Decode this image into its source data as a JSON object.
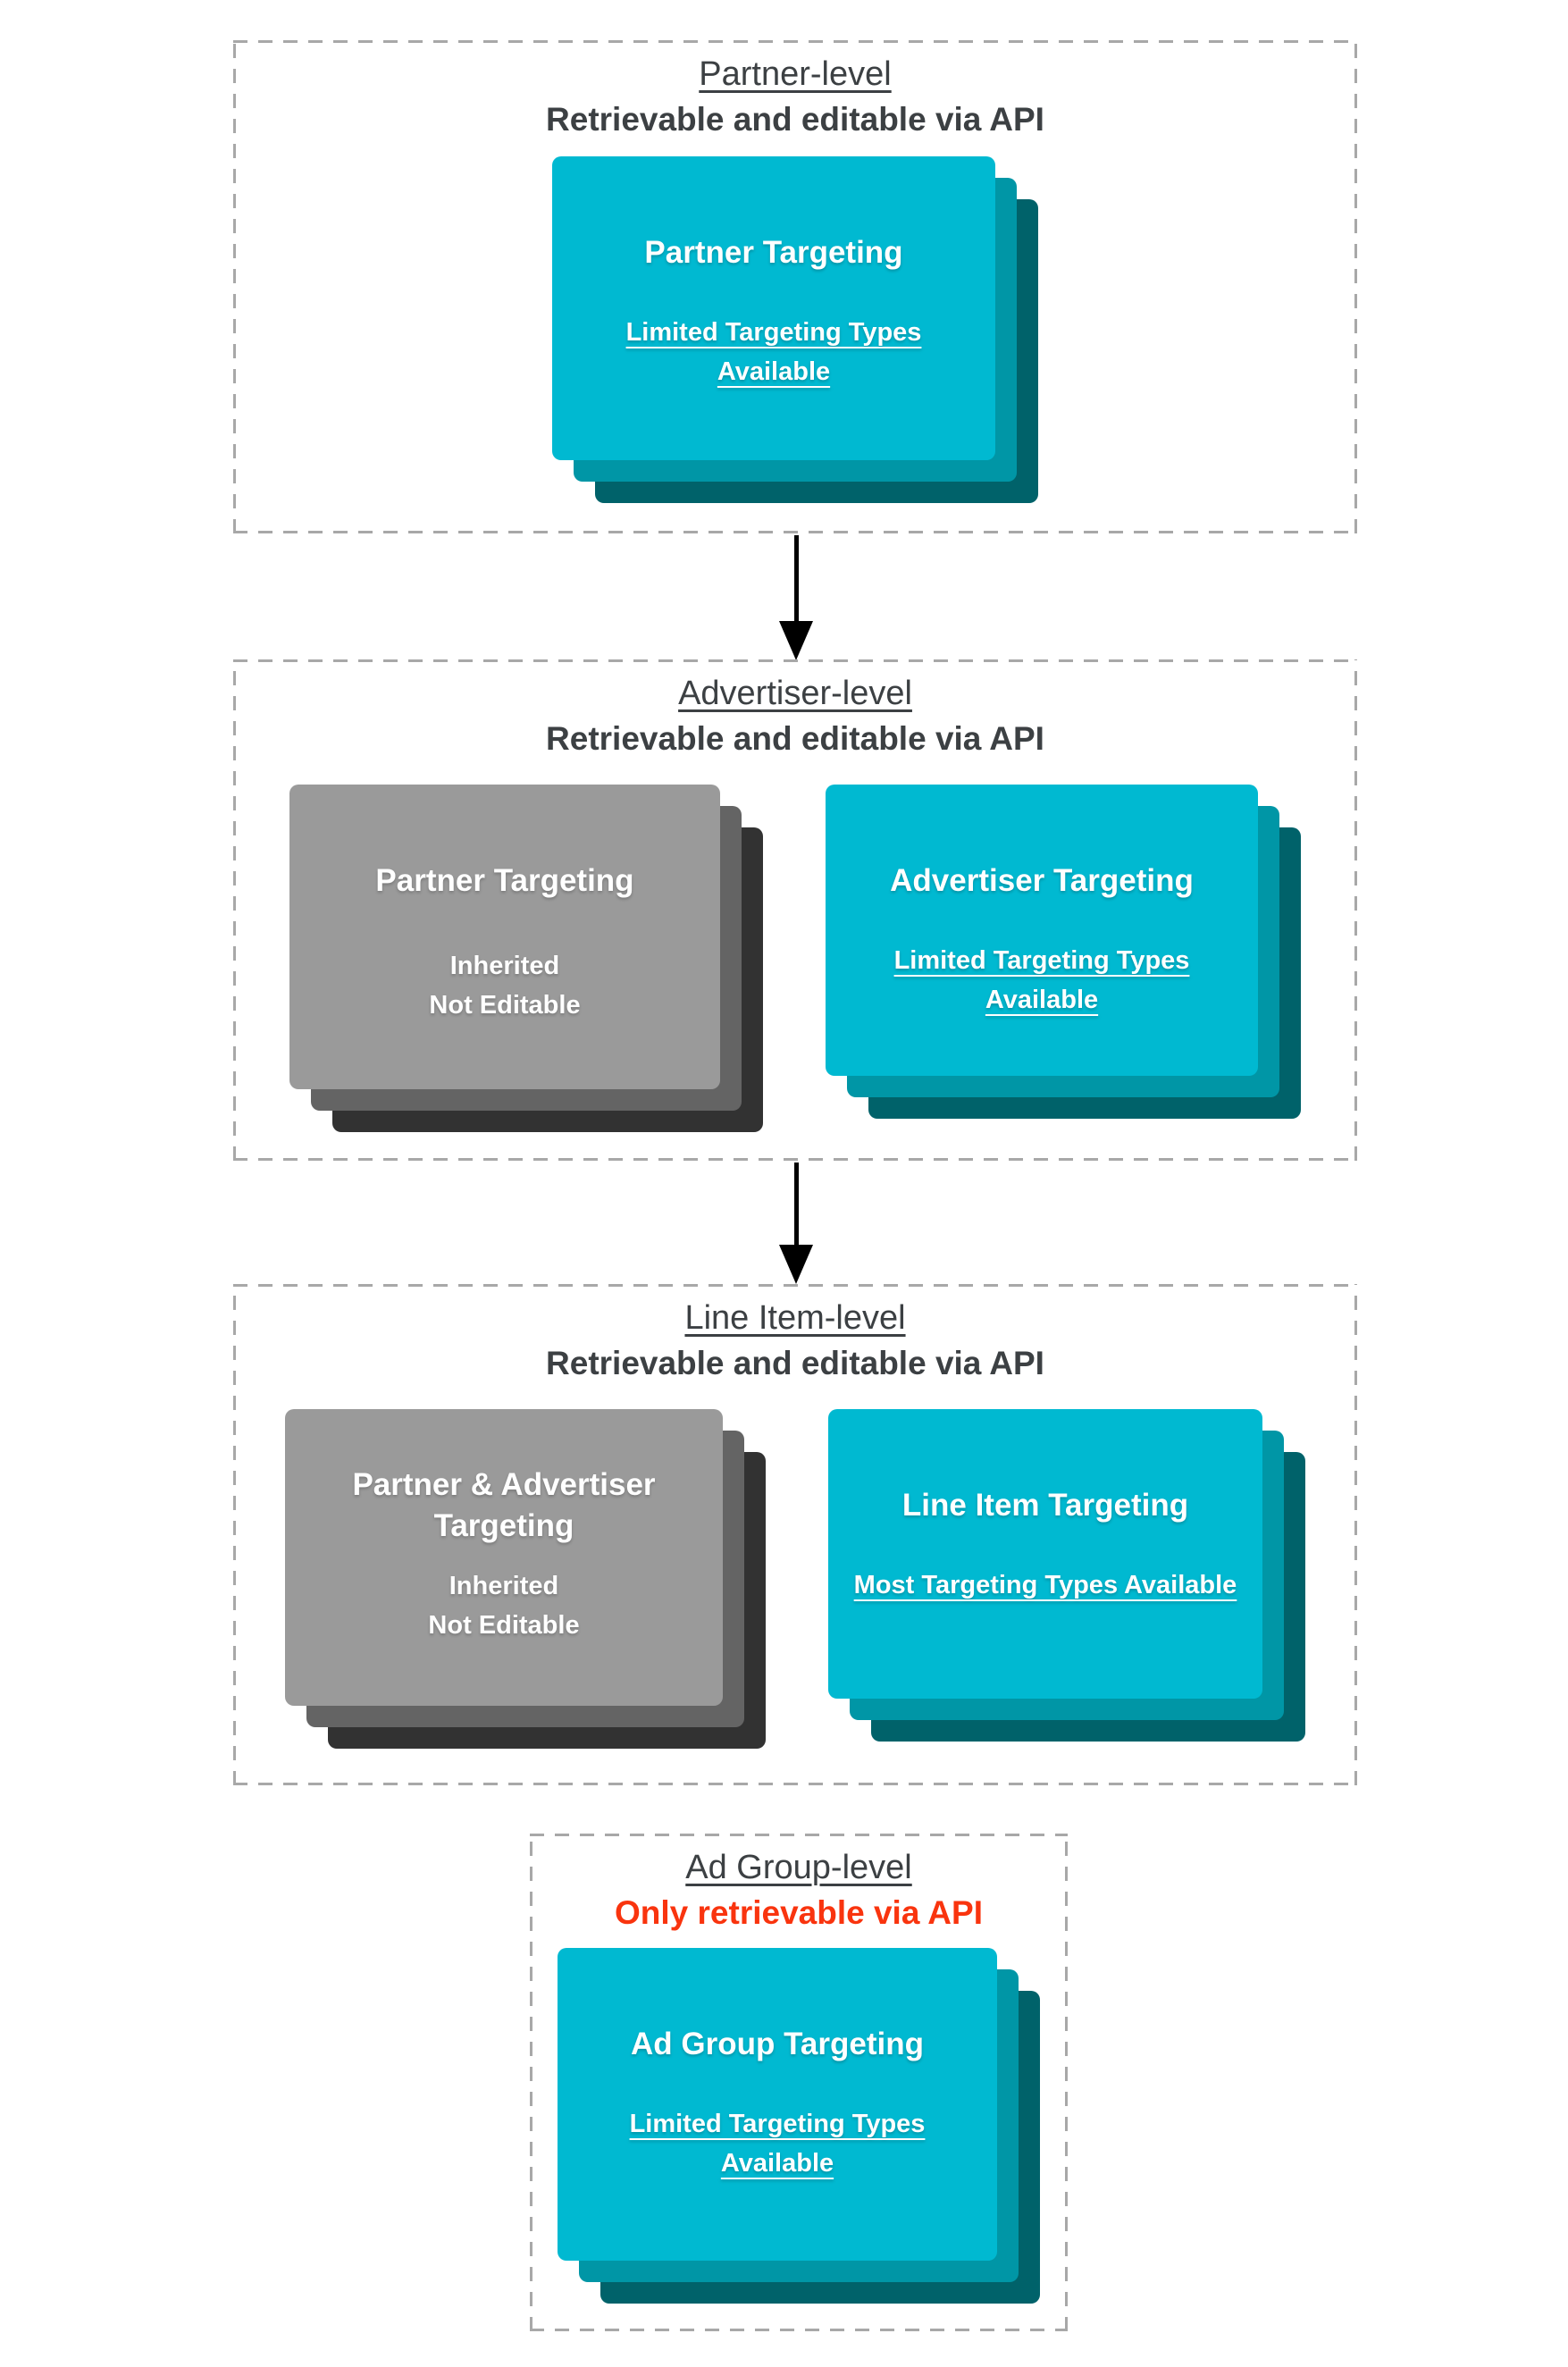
{
  "diagram": {
    "sections": [
      {
        "title": "Partner-level",
        "subtitle": "Retrievable and editable via API",
        "cards": [
          {
            "title": "Partner Targeting",
            "body": "Limited Targeting Types Available"
          }
        ]
      },
      {
        "title": "Advertiser-level",
        "subtitle": "Retrievable and editable via API",
        "cards": [
          {
            "title": "Partner Targeting",
            "line1": "Inherited",
            "line2": "Not Editable"
          },
          {
            "title": "Advertiser Targeting",
            "body": "Limited Targeting Types Available"
          }
        ]
      },
      {
        "title": "Line Item-level",
        "subtitle": "Retrievable and editable via API",
        "cards": [
          {
            "title": "Partner & Advertiser Targeting",
            "line1": "Inherited",
            "line2": "Not Editable"
          },
          {
            "title": "Line Item Targeting",
            "body": "Most Targeting Types Available"
          }
        ]
      },
      {
        "title": "Ad Group-level",
        "subtitle": "Only retrievable via API",
        "cards": [
          {
            "title": "Ad Group Targeting",
            "body": "Limited Targeting Types Available"
          }
        ]
      }
    ],
    "colors": {
      "card_teal": "#00b9d1",
      "card_teal_mid": "#0096a6",
      "card_teal_dark": "#00626a",
      "card_gray": "#9a9a9a",
      "card_gray_mid": "#646464",
      "card_gray_dark": "#323232",
      "heading_text": "#3c4043",
      "alert_red": "#f9340e",
      "dashed_border": "#a8a8a8",
      "arrow": "#000000",
      "card_text": "#ffffff"
    }
  }
}
